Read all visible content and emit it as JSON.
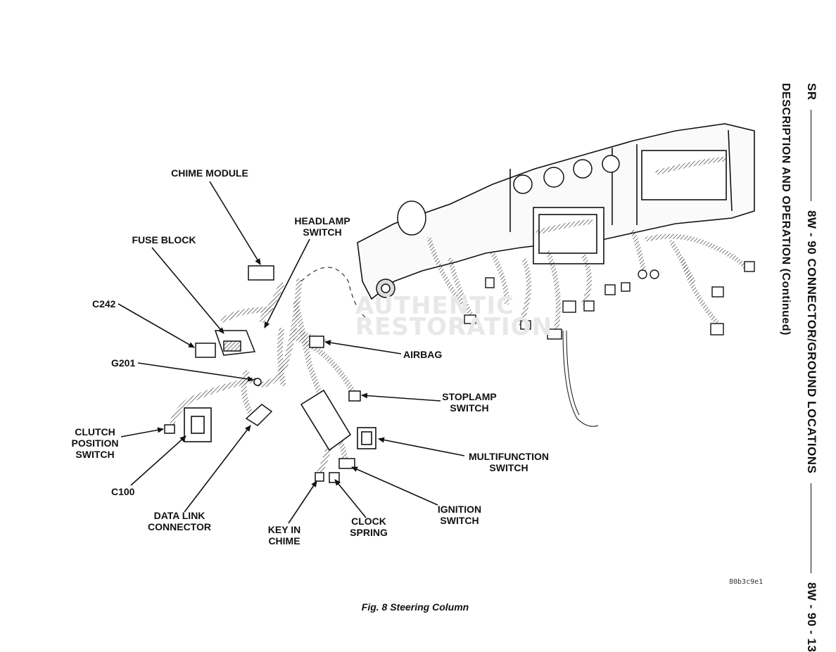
{
  "header": {
    "section": "SR",
    "title": "8W - 90 CONNECTOR/GROUND LOCATIONS",
    "page_number": "8W - 90 - 13",
    "subtitle": "DESCRIPTION AND OPERATION (Continued)"
  },
  "figure": {
    "caption": "Fig. 8 Steering Column",
    "id": "80b3c9e1",
    "labels": {
      "chime_module": "CHIME MODULE",
      "headlamp_switch_1": "HEADLAMP",
      "headlamp_switch_2": "SWITCH",
      "fuse_block": "FUSE BLOCK",
      "c242": "C242",
      "g201": "G201",
      "airbag": "AIRBAG",
      "stoplamp_switch_1": "STOPLAMP",
      "stoplamp_switch_2": "SWITCH",
      "clutch_1": "CLUTCH",
      "clutch_2": "POSITION",
      "clutch_3": "SWITCH",
      "multifunction_1": "MULTIFUNCTION",
      "multifunction_2": "SWITCH",
      "c100": "C100",
      "data_link_1": "DATA LINK",
      "data_link_2": "CONNECTOR",
      "ignition_1": "IGNITION",
      "ignition_2": "SWITCH",
      "clock_1": "CLOCK",
      "clock_2": "SPRING",
      "key_in_1": "KEY IN",
      "key_in_2": "CHIME"
    }
  }
}
